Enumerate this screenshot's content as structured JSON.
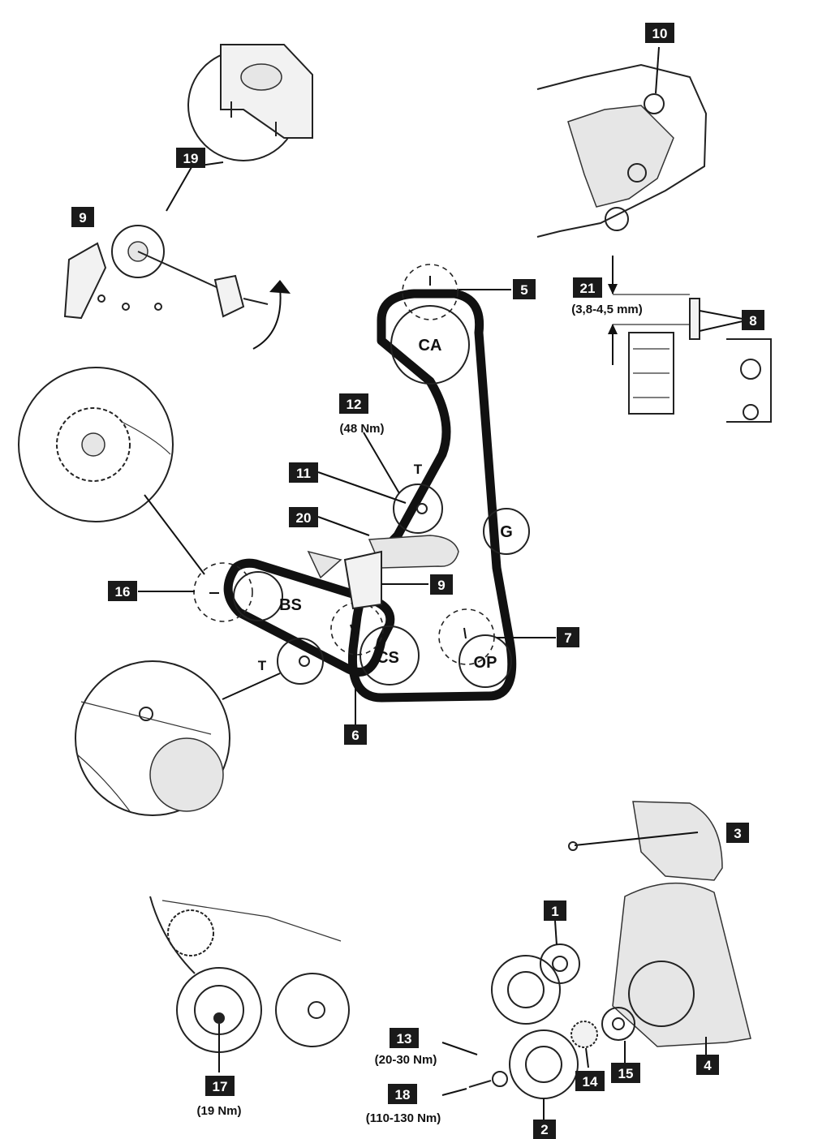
{
  "labels": {
    "l1": "1",
    "l2": "2",
    "l3": "3",
    "l4": "4",
    "l5": "5",
    "l6": "6",
    "l7": "7",
    "l8": "8",
    "l9a": "9",
    "l9b": "9",
    "l10": "10",
    "l11": "11",
    "l12": "12",
    "l13": "13",
    "l14": "14",
    "l15": "15",
    "l16": "16",
    "l17": "17",
    "l18": "18",
    "l19": "19",
    "l20": "20",
    "l21": "21"
  },
  "torques": {
    "t12": "(48 Nm)",
    "t13": "(20-30 Nm)",
    "t17": "(19 Nm)",
    "t18": "(110-130 Nm)",
    "t21": "(3,8-4,5 mm)"
  },
  "pulleys": {
    "ca": "CA",
    "bs": "BS",
    "cs": "CS",
    "op": "OP",
    "g": "G",
    "t_upper": "T",
    "t_lower": "T"
  }
}
